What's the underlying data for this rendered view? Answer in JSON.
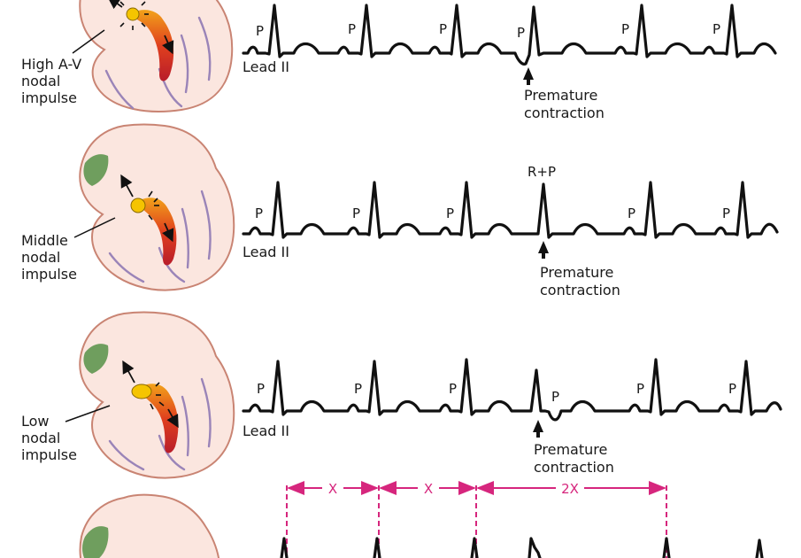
{
  "rows": [
    {
      "label_lines": [
        "High A-V",
        "nodal",
        "impulse"
      ],
      "p_label": "P",
      "lead_label": "Lead II",
      "premature_lines": [
        "Premature",
        "contraction"
      ]
    },
    {
      "label_lines": [
        "Middle",
        "nodal",
        "impulse"
      ],
      "p_label": "P",
      "rp_label": "R+P",
      "lead_label": "Lead II",
      "premature_lines": [
        "Premature",
        "contraction"
      ]
    },
    {
      "label_lines": [
        "Low",
        "nodal",
        "impulse"
      ],
      "p_label": "P",
      "lead_label": "Lead II",
      "premature_lines": [
        "Premature",
        "contraction"
      ]
    }
  ],
  "intervals": [
    "X",
    "X",
    "2X"
  ],
  "colors": {
    "dimension": "#d6267d",
    "trace": "#111111",
    "heart_fill": "#fbe6df",
    "heart_stroke": "#c98473",
    "node": "#f5c400",
    "conduction": "#d62a1e",
    "vessels": "#9a84b8",
    "sa_node": "#6f9e5e"
  }
}
